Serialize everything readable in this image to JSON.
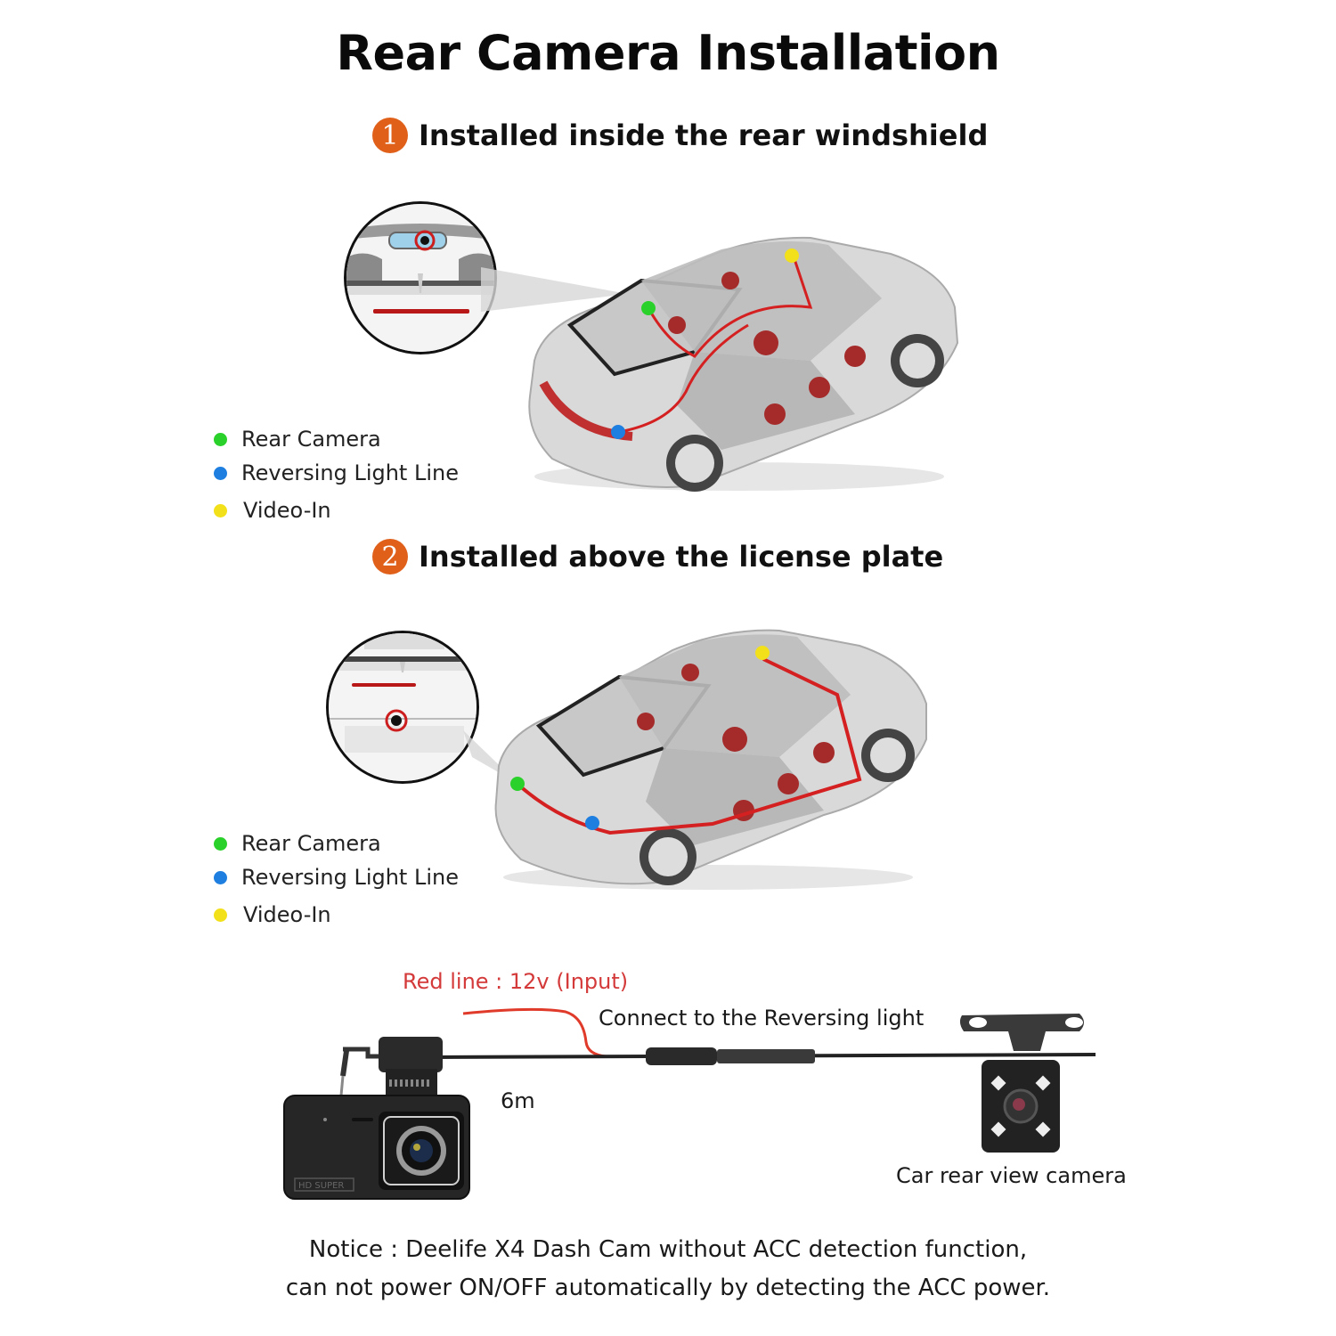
{
  "title": "Rear Camera Installation",
  "colors": {
    "step_badge": "#e0601a",
    "rear_camera_dot": "#2bd12b",
    "reversing_light_dot": "#1e7fe0",
    "video_in_dot": "#f2e01a",
    "wiring_line": "#d42020",
    "red_line_label": "#d43a3a"
  },
  "sections": [
    {
      "number": "1",
      "heading": "Installed inside the rear windshield",
      "legend": [
        {
          "label": "Rear Camera",
          "color": "#2bd12b"
        },
        {
          "label": "Reversing Light Line",
          "color": "#1e7fe0"
        },
        {
          "label": "Video-In",
          "color": "#f2e01a"
        }
      ],
      "inset_icon": "rearview-mirror-camera",
      "car_icon": "sedan-cutaway"
    },
    {
      "number": "2",
      "heading": "Installed above the license plate",
      "legend": [
        {
          "label": "Rear Camera",
          "color": "#2bd12b"
        },
        {
          "label": "Reversing Light Line",
          "color": "#1e7fe0"
        },
        {
          "label": "Video-In",
          "color": "#f2e01a"
        }
      ],
      "inset_icon": "license-plate-camera",
      "car_icon": "sedan-cutaway"
    }
  ],
  "wiring": {
    "red_line_label": "Red line : 12v (Input)",
    "connect_label": "Connect to the Reversing light",
    "cable_length": "6m",
    "dash_cam_badge": "HD SUPER",
    "rear_camera_label": "Car rear view camera"
  },
  "notice": {
    "line1": "Notice : Deelife X4 Dash Cam without ACC detection function,",
    "line2": "can not power ON/OFF automatically by detecting the ACC power."
  }
}
